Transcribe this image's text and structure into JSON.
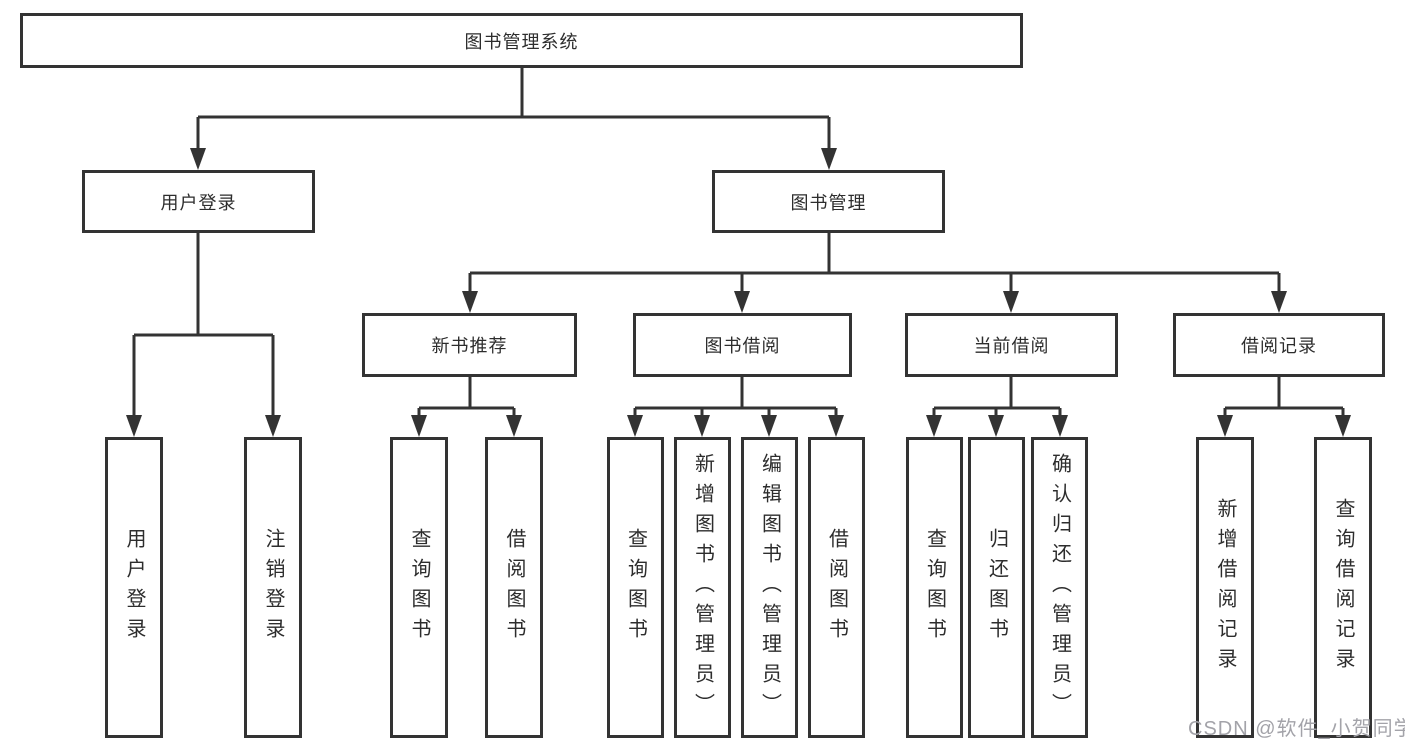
{
  "diagram": {
    "root": {
      "label": "图书管理系统"
    },
    "level2": [
      {
        "label": "用户登录",
        "children": [
          {
            "label": "用户登录"
          },
          {
            "label": "注销登录"
          }
        ]
      },
      {
        "label": "图书管理",
        "children": [
          {
            "label": "新书推荐",
            "children": [
              {
                "label": "查询图书"
              },
              {
                "label": "借阅图书"
              }
            ]
          },
          {
            "label": "图书借阅",
            "children": [
              {
                "label": "查询图书"
              },
              {
                "label": "新增图书（管理员）"
              },
              {
                "label": "编辑图书（管理员）"
              },
              {
                "label": "借阅图书"
              }
            ]
          },
          {
            "label": "当前借阅",
            "children": [
              {
                "label": "查询图书"
              },
              {
                "label": "归还图书"
              },
              {
                "label": "确认归还（管理员）"
              }
            ]
          },
          {
            "label": "借阅记录",
            "children": [
              {
                "label": "新增借阅记录"
              },
              {
                "label": "查询借阅记录"
              }
            ]
          }
        ]
      }
    ]
  },
  "watermark": {
    "text": "CSDN @软件_小贺同学"
  },
  "colors": {
    "line": "#333333",
    "box_border": "#333333",
    "box_background": "#ffffff",
    "text": "#2d2d2d",
    "watermark": "#a3a3a9",
    "page_background": "#ffffff"
  }
}
